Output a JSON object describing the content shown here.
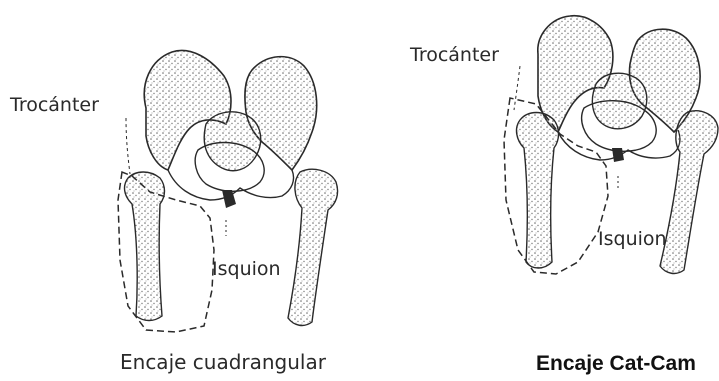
{
  "left_panel": {
    "trochanter_label": "Trocánter",
    "ischium_label": "Isquion",
    "caption": "Encaje cuadrangular"
  },
  "right_panel": {
    "trochanter_label": "Trocánter",
    "ischium_label": "Isquion",
    "caption": "Encaje Cat-Cam"
  },
  "colors": {
    "ink": "#2a2a2a",
    "stipple": "#6a6a6a",
    "background": "#ffffff"
  }
}
